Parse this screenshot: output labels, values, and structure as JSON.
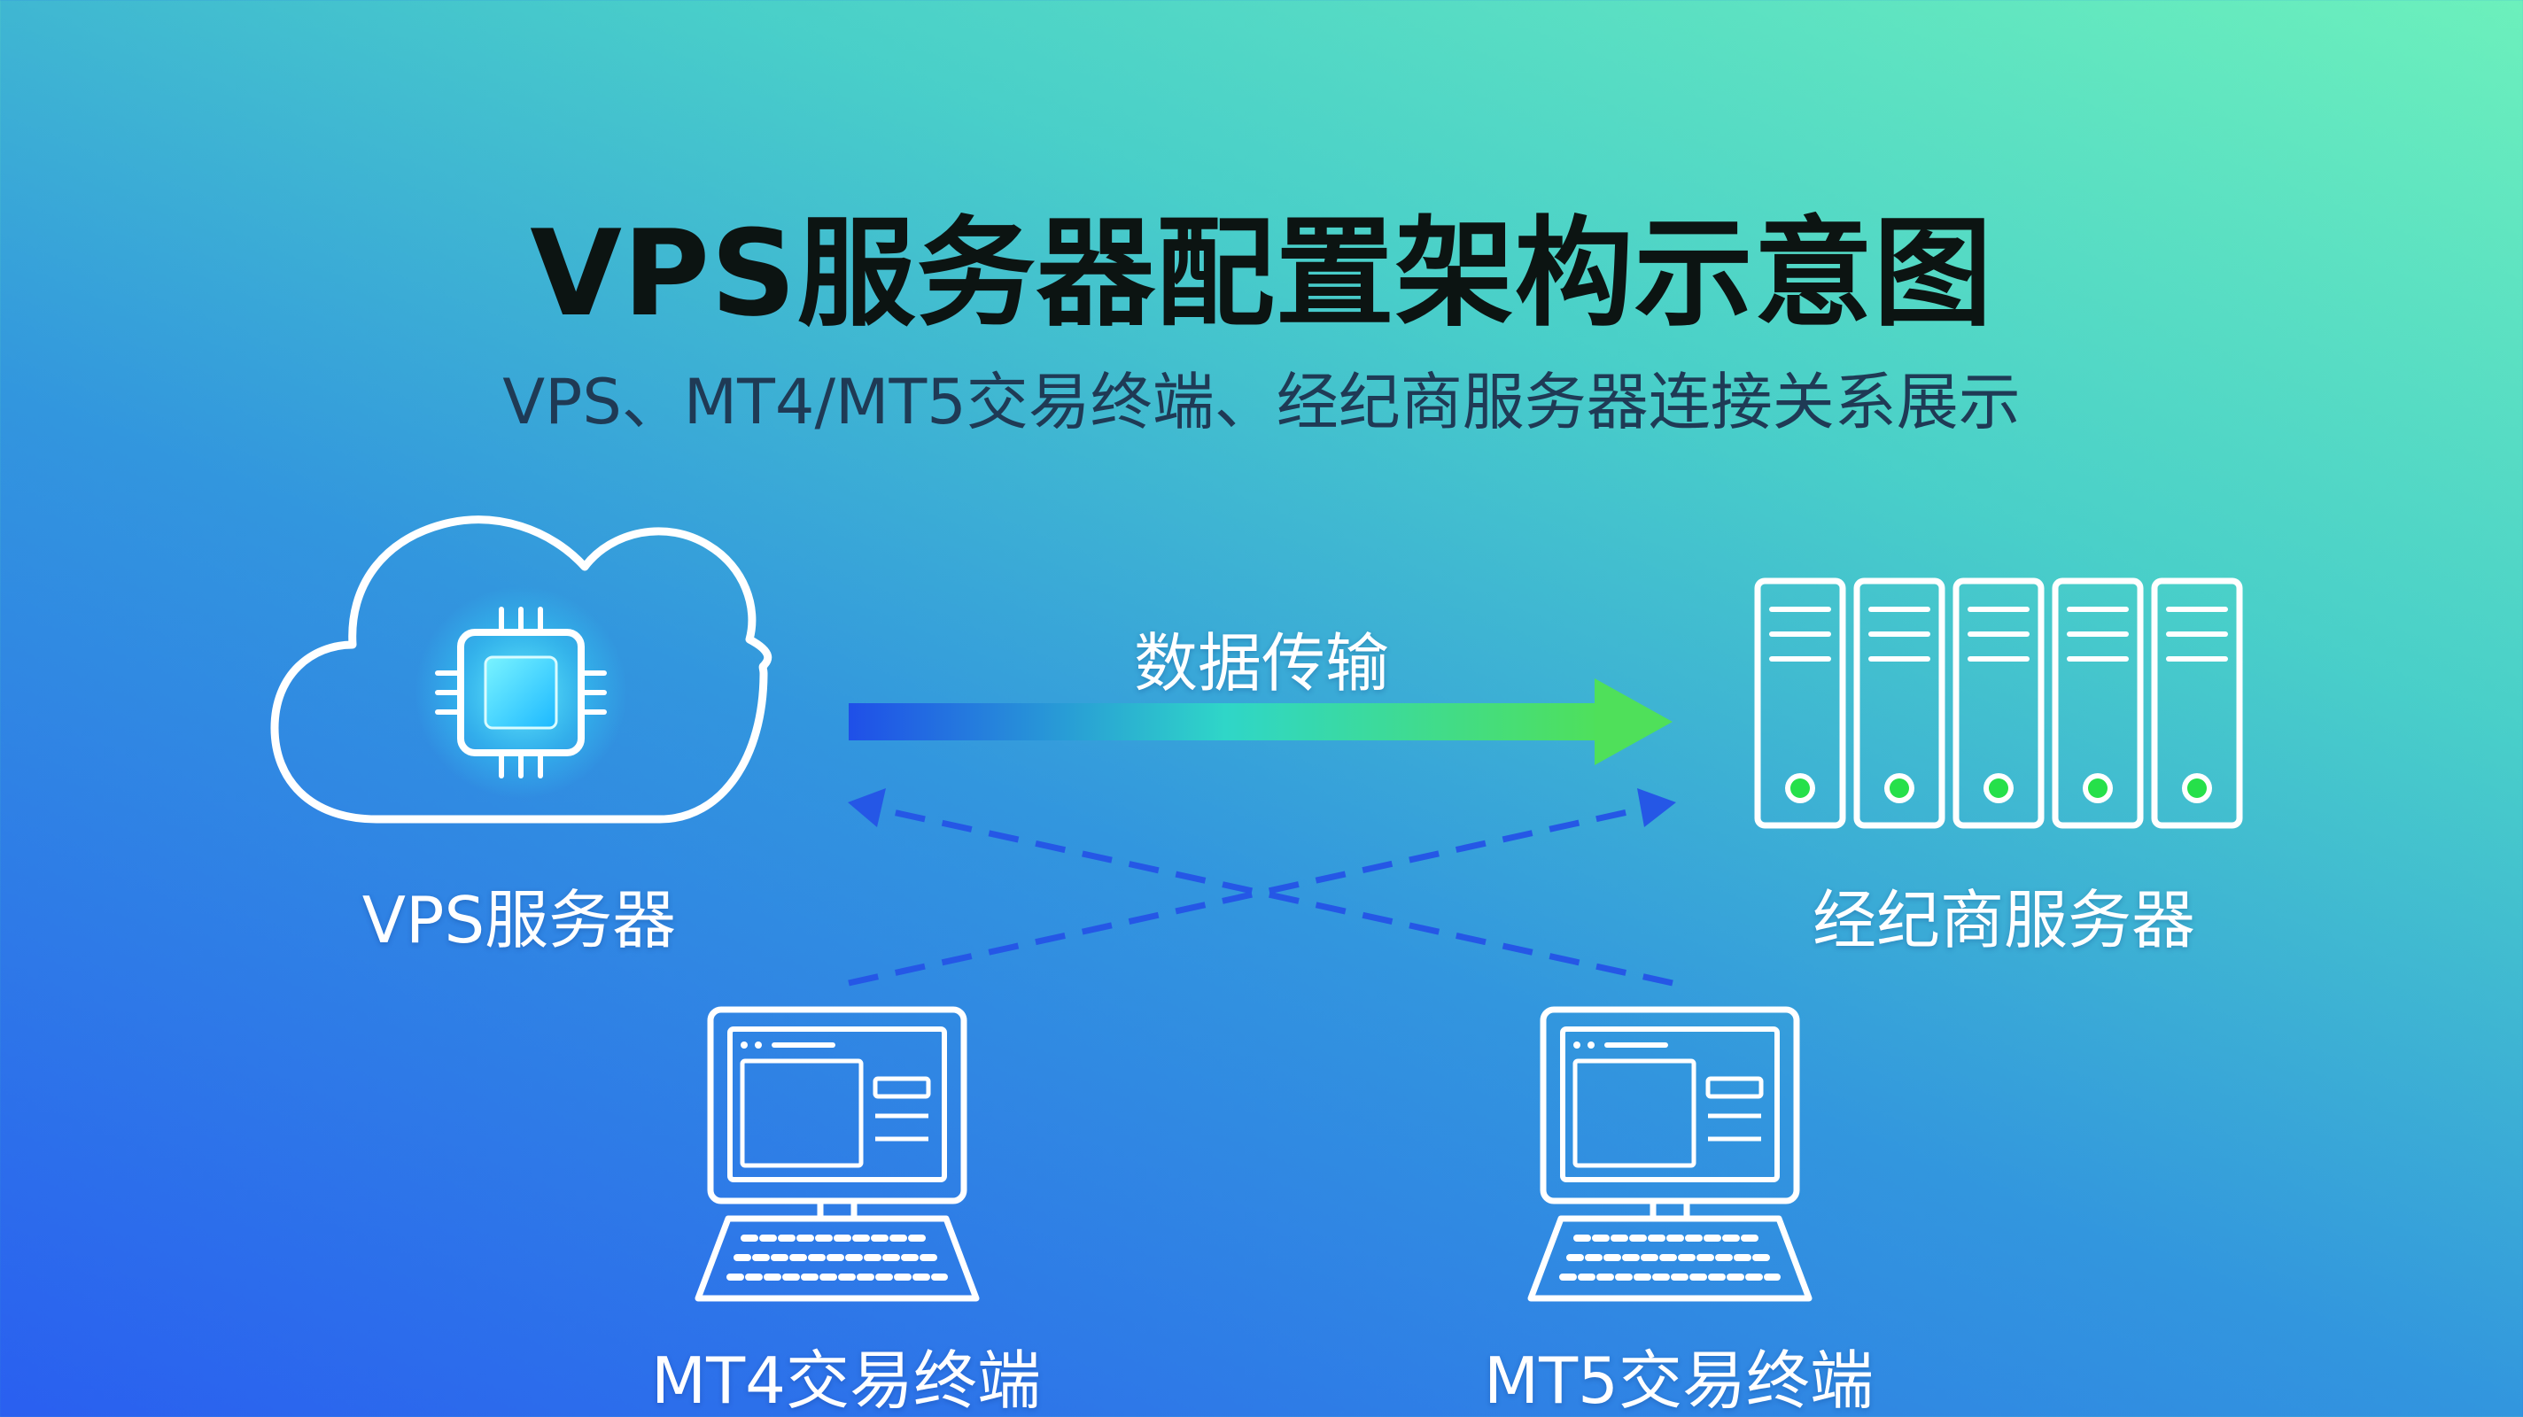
{
  "title": "VPS服务器配置架构示意图",
  "subtitle": "VPS、MT4/MT5交易终端、经纪商服务器连接关系展示",
  "nodes": {
    "vps": {
      "label": "VPS服务器",
      "icon": "cloud-chip-icon"
    },
    "broker": {
      "label": "经纪商服务器",
      "icon": "server-rack-icon",
      "server_units": 5
    },
    "mt4": {
      "label": "MT4交易终端",
      "icon": "desktop-computer-icon"
    },
    "mt5": {
      "label": "MT5交易终端",
      "icon": "desktop-computer-icon"
    }
  },
  "flows": {
    "main": {
      "label": "数据传输",
      "from": "vps",
      "to": "broker",
      "style": "solid-gradient"
    },
    "dashed": [
      {
        "from": "mt5",
        "to": "vps",
        "style": "dashed"
      },
      {
        "from": "mt4",
        "to": "broker",
        "style": "dashed"
      }
    ]
  },
  "colors": {
    "arrow_start": "#1f4fe8",
    "arrow_mid": "#2fd6c8",
    "arrow_end": "#4fe05a",
    "dashed_line": "#2557e6",
    "status_led": "#26e04a",
    "chip_glow": "#35e6ff",
    "icon_stroke": "#ffffff"
  }
}
